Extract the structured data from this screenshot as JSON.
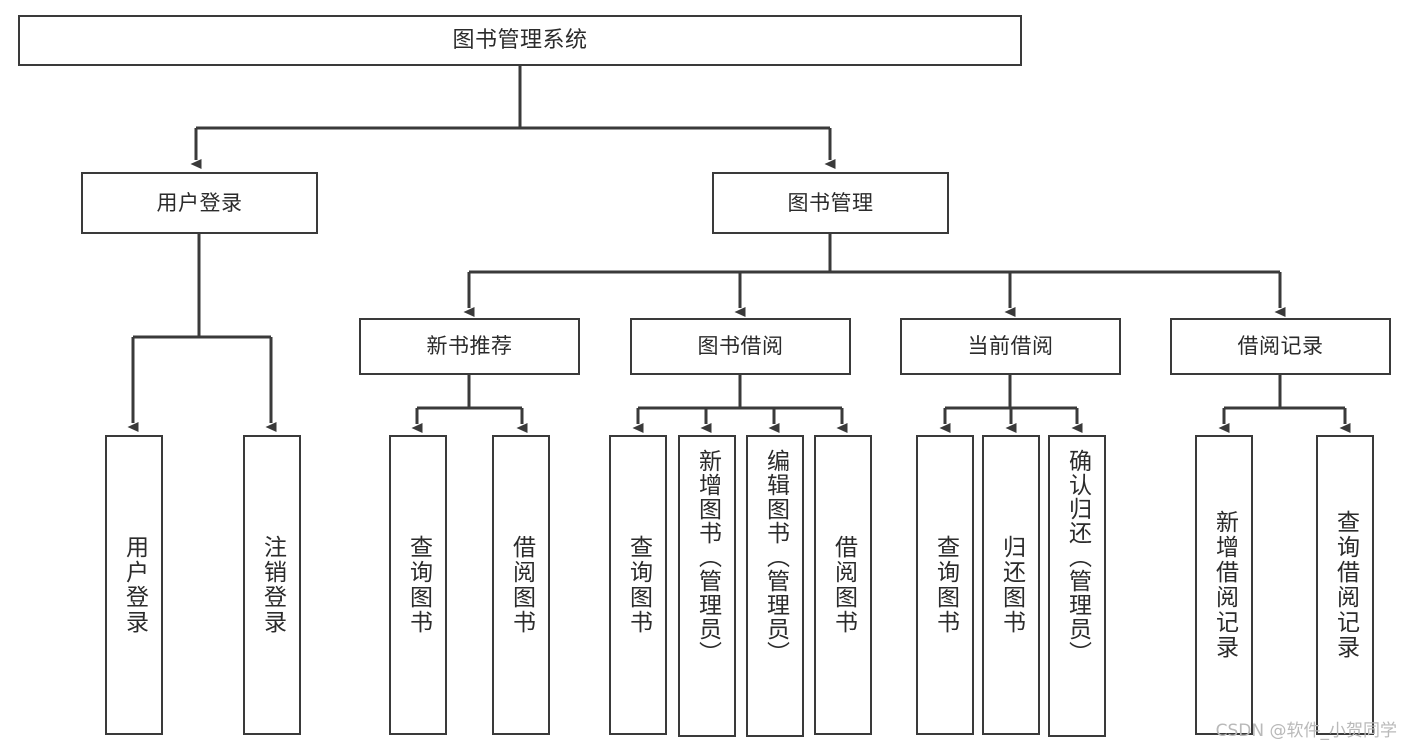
{
  "diagram": {
    "title": "图书管理系统",
    "type": "hierarchy-tree",
    "levels": 4
  },
  "root": {
    "label": "图书管理系统"
  },
  "level2": [
    {
      "label": "用户登录"
    },
    {
      "label": "图书管理"
    }
  ],
  "level3": [
    {
      "label": "新书推荐"
    },
    {
      "label": "图书借阅"
    },
    {
      "label": "当前借阅"
    },
    {
      "label": "借阅记录"
    }
  ],
  "leaves": {
    "user_login": [
      {
        "label": "用户登录"
      },
      {
        "label": "注销登录"
      }
    ],
    "new_book_recommend": [
      {
        "label": "查询图书"
      },
      {
        "label": "借阅图书"
      }
    ],
    "book_borrow": [
      {
        "label": "查询图书"
      },
      {
        "label": "新增图书（管理员）"
      },
      {
        "label": "编辑图书（管理员）"
      },
      {
        "label": "借阅图书"
      }
    ],
    "current_borrow": [
      {
        "label": "查询图书"
      },
      {
        "label": "归还图书"
      },
      {
        "label": "确认归还（管理员）"
      }
    ],
    "borrow_record": [
      {
        "label": "新增借阅记录"
      },
      {
        "label": "查询借阅记录"
      }
    ]
  },
  "watermark": {
    "text": "CSDN @软件_小贺同学"
  },
  "colors": {
    "stroke": "#3a3a3a",
    "background": "#ffffff",
    "text": "#2b2b2b",
    "watermark": "#b9b9b9"
  }
}
